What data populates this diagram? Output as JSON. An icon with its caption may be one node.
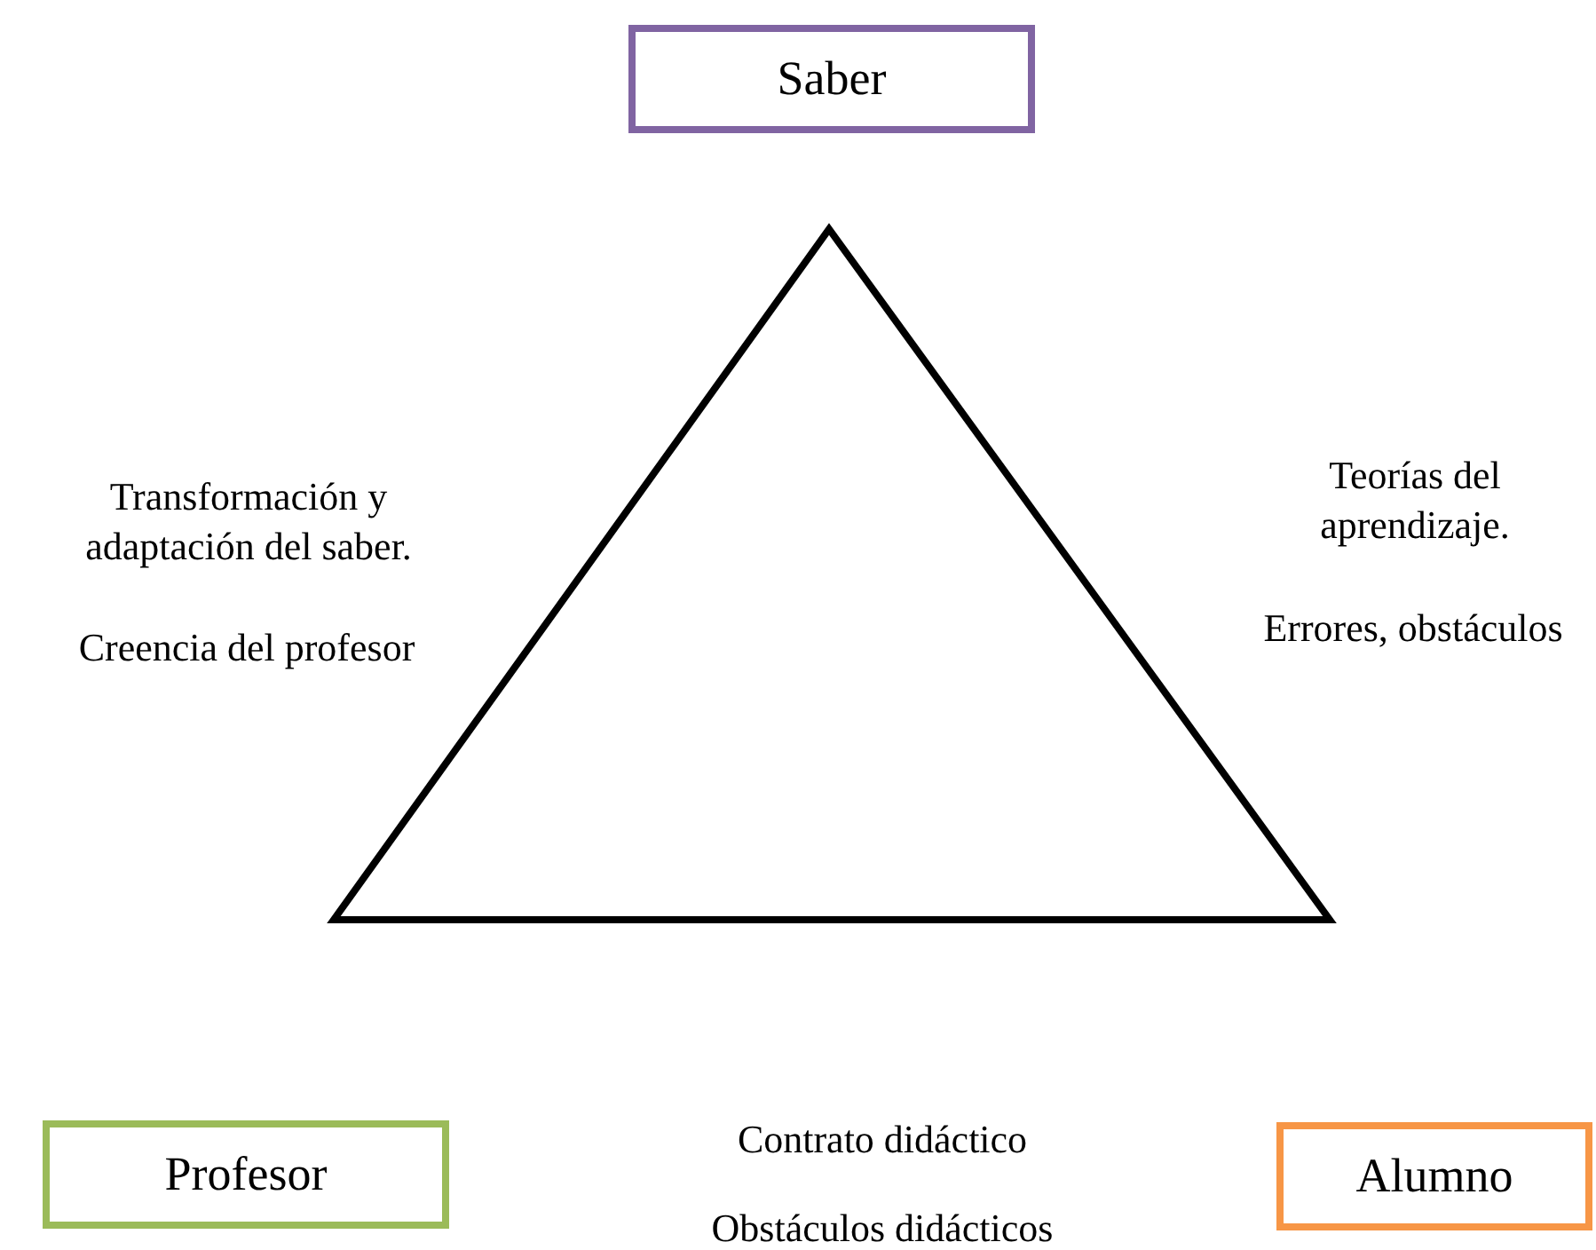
{
  "diagram": {
    "nodes": [
      {
        "text": [
          "Saber"
        ]
      },
      {
        "text": [
          "Profesor"
        ]
      },
      {
        "text": [
          "Alumno"
        ]
      }
    ],
    "labels": [
      "Transformación y adaptación del saber.",
      "Creencia del profesor",
      "Teorías del aprendizaje.",
      "Errores, obstáculos",
      "Contrato didáctico",
      "Obstáculos didácticos"
    ]
  }
}
